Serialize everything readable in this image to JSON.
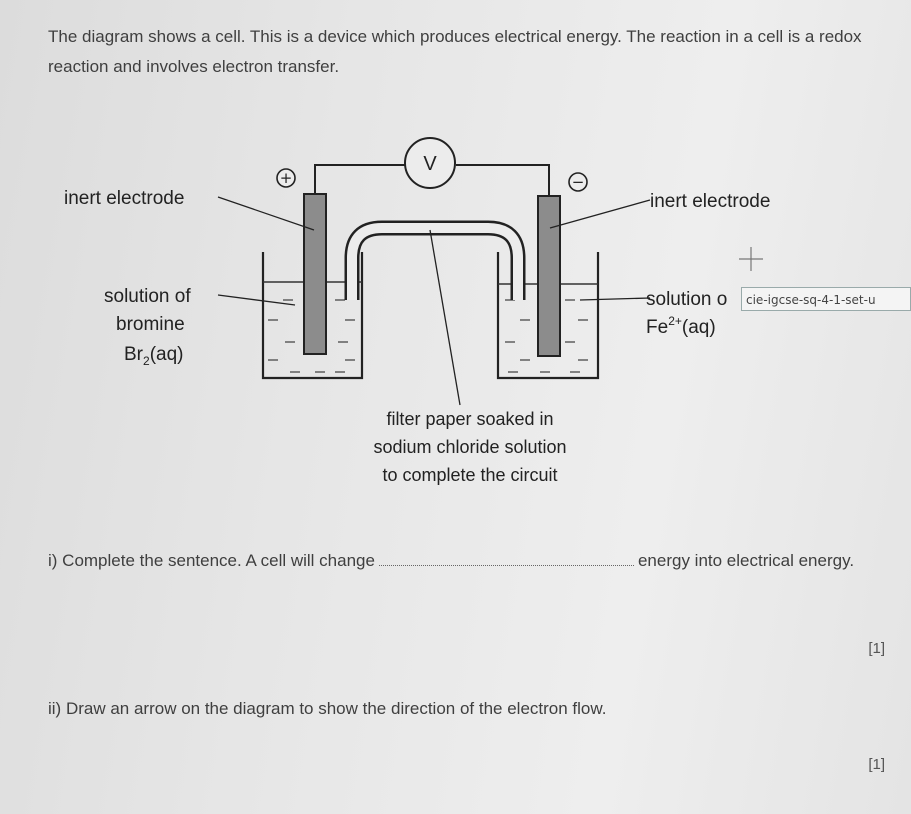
{
  "intro": "The diagram shows a cell. This is a device which produces electrical energy. The reaction in a cell is a redox reaction and involves electron transfer.",
  "diagram": {
    "voltmeter": "V",
    "plus": "+",
    "minus": "−",
    "left_electrode": "inert electrode",
    "right_electrode": "inert electrode",
    "left_solution_1": "solution of",
    "left_solution_2": "bromine",
    "left_formula_main": "Br",
    "left_formula_sub": "2",
    "left_formula_state": "(aq)",
    "right_solution_1": "solution o",
    "right_formula_main": "Fe",
    "right_formula_sup": "2+",
    "right_formula_state": "(aq)",
    "caption_1": "filter paper soaked in",
    "caption_2": "sodium chloride solution",
    "caption_3": "to complete the circuit"
  },
  "watermark": "cie-igcse-sq-4-1-set-u",
  "q1": {
    "before": "i) Complete the sentence. A cell will change",
    "after": "energy into electrical energy.",
    "marks": "[1]"
  },
  "q2": {
    "text": "ii) Draw an arrow on the diagram to show the direction of the electron flow.",
    "marks": "[1]"
  }
}
